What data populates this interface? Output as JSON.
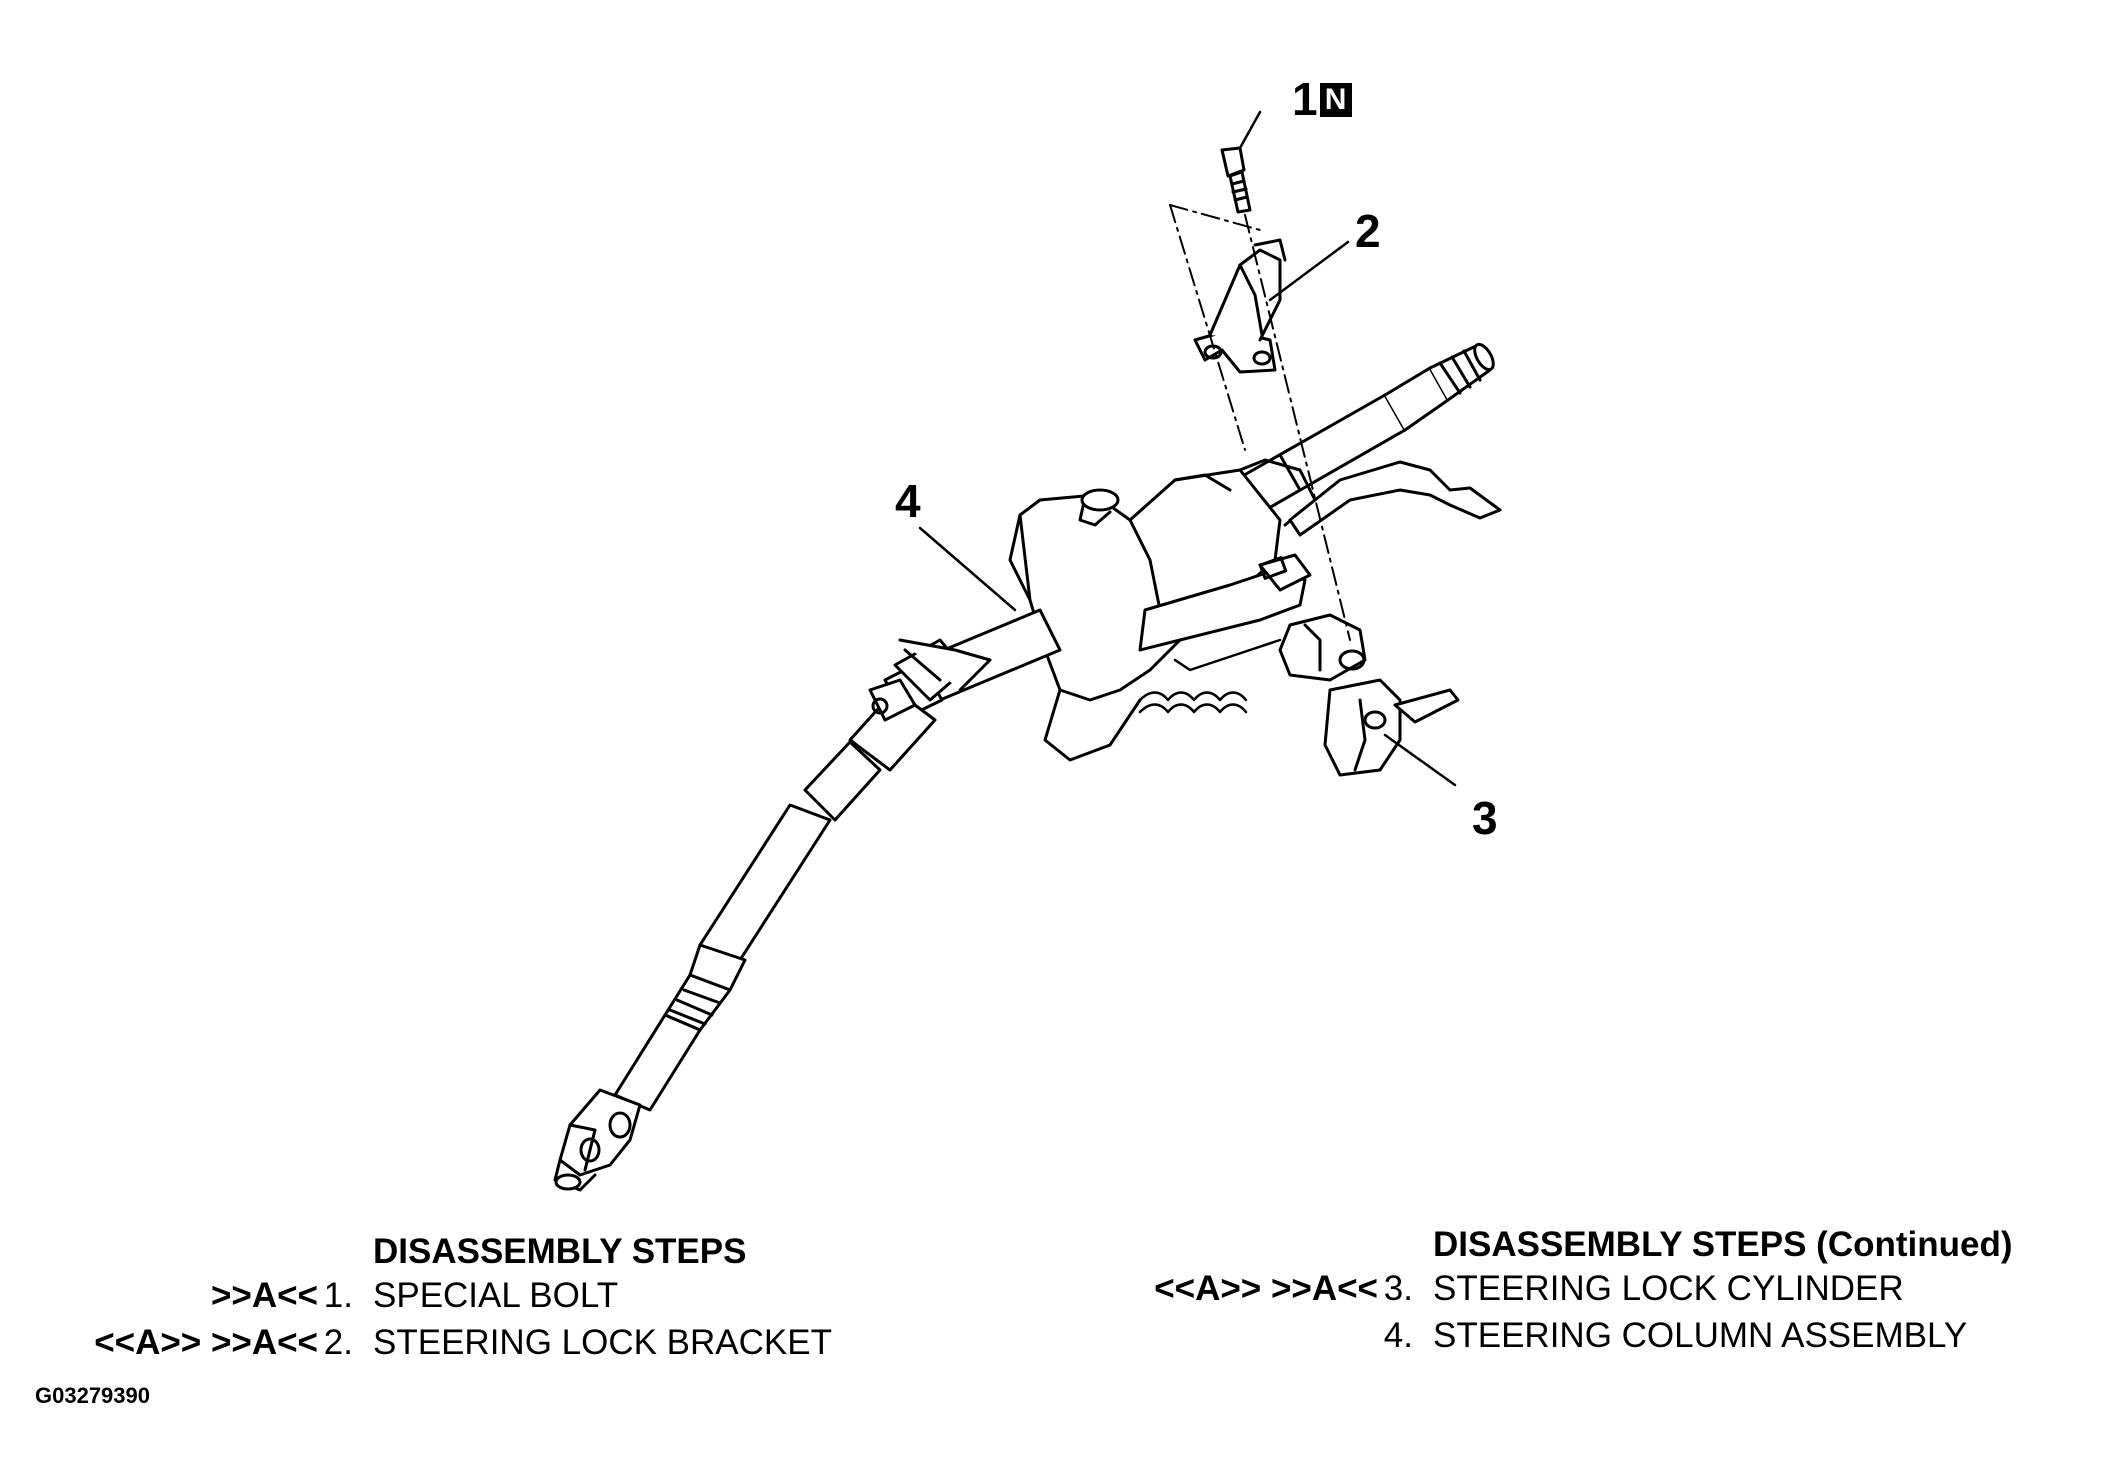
{
  "callouts": {
    "c1": "1",
    "c1_badge": "N",
    "c2": "2",
    "c3": "3",
    "c4": "4"
  },
  "steps_left": {
    "heading": "DISASSEMBLY STEPS",
    "rows": [
      {
        "codes": ">>A<<",
        "num": "1.",
        "label": "SPECIAL BOLT"
      },
      {
        "codes": "<<A>> >>A<<",
        "num": "2.",
        "label": "STEERING LOCK BRACKET"
      }
    ]
  },
  "steps_right": {
    "heading": "DISASSEMBLY STEPS (Continued)",
    "rows": [
      {
        "codes": "<<A>> >>A<<",
        "num": "3.",
        "label": "STEERING LOCK CYLINDER"
      },
      {
        "codes": "",
        "num": "4.",
        "label": "STEERING COLUMN ASSEMBLY"
      }
    ]
  },
  "figure_id": "G03279390"
}
